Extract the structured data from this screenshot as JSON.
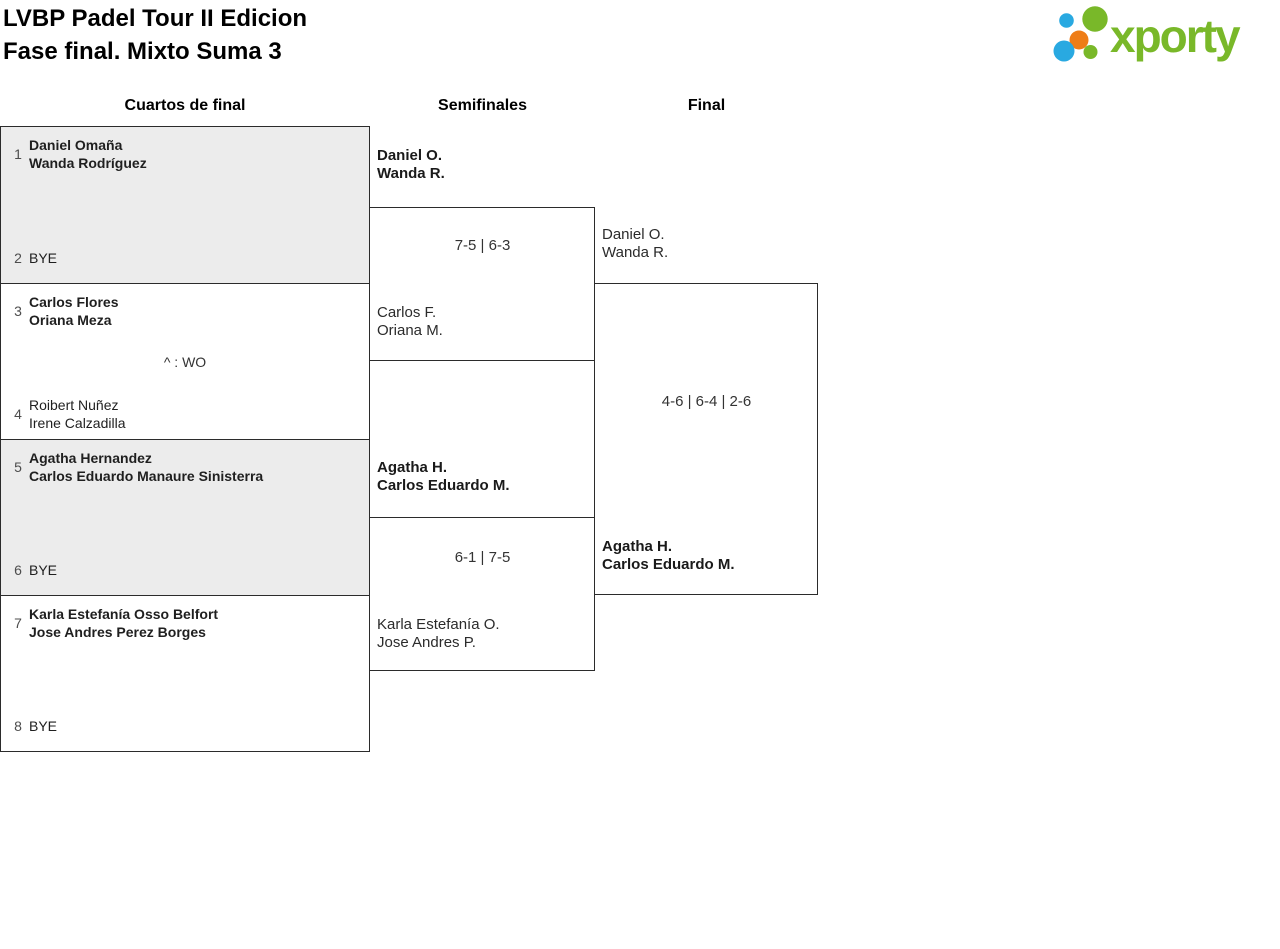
{
  "header": {
    "title_line1": "LVBP Padel Tour II Edicion",
    "title_line2": "Fase final. Mixto Suma 3"
  },
  "logo": {
    "text": "xporty",
    "green": "#79b829",
    "blue": "#29a9e1",
    "orange": "#ee7d17"
  },
  "round_headers": {
    "quarterfinals": "Cuartos de final",
    "semifinals": "Semifinales",
    "final": "Final"
  },
  "quarterfinals": [
    {
      "top_seed": "1",
      "top_line1": "Daniel Omaña",
      "top_line2": "Wanda Rodríguez",
      "bottom_seed": "2",
      "bottom_line1": "BYE",
      "bottom_line2": "",
      "note": ""
    },
    {
      "top_seed": "3",
      "top_line1": "Carlos Flores",
      "top_line2": "Oriana Meza",
      "bottom_seed": "4",
      "bottom_line1": "Roibert Nuñez",
      "bottom_line2": "Irene Calzadilla",
      "note": "^ : WO"
    },
    {
      "top_seed": "5",
      "top_line1": "Agatha Hernandez",
      "top_line2": "Carlos Eduardo Manaure Sinisterra",
      "bottom_seed": "6",
      "bottom_line1": "BYE",
      "bottom_line2": "",
      "note": ""
    },
    {
      "top_seed": "7",
      "top_line1": "Karla Estefanía Osso Belfort",
      "top_line2": "Jose Andres Perez Borges",
      "bottom_seed": "8",
      "bottom_line1": "BYE",
      "bottom_line2": "",
      "note": ""
    }
  ],
  "semifinals": [
    {
      "top_line1": "Daniel O.",
      "top_line2": "Wanda R.",
      "score": "7-5 | 6-3",
      "bottom_line1": "Carlos F.",
      "bottom_line2": "Oriana M."
    },
    {
      "top_line1": "Agatha H.",
      "top_line2": "Carlos Eduardo M.",
      "score": "6-1 | 7-5",
      "bottom_line1": "Karla Estefanía O.",
      "bottom_line2": "Jose Andres P."
    }
  ],
  "final": {
    "top_line1": "Daniel O.",
    "top_line2": "Wanda R.",
    "score": "4-6 | 6-4 | 2-6",
    "bottom_line1": "Agatha H.",
    "bottom_line2": "Carlos Eduardo M."
  }
}
